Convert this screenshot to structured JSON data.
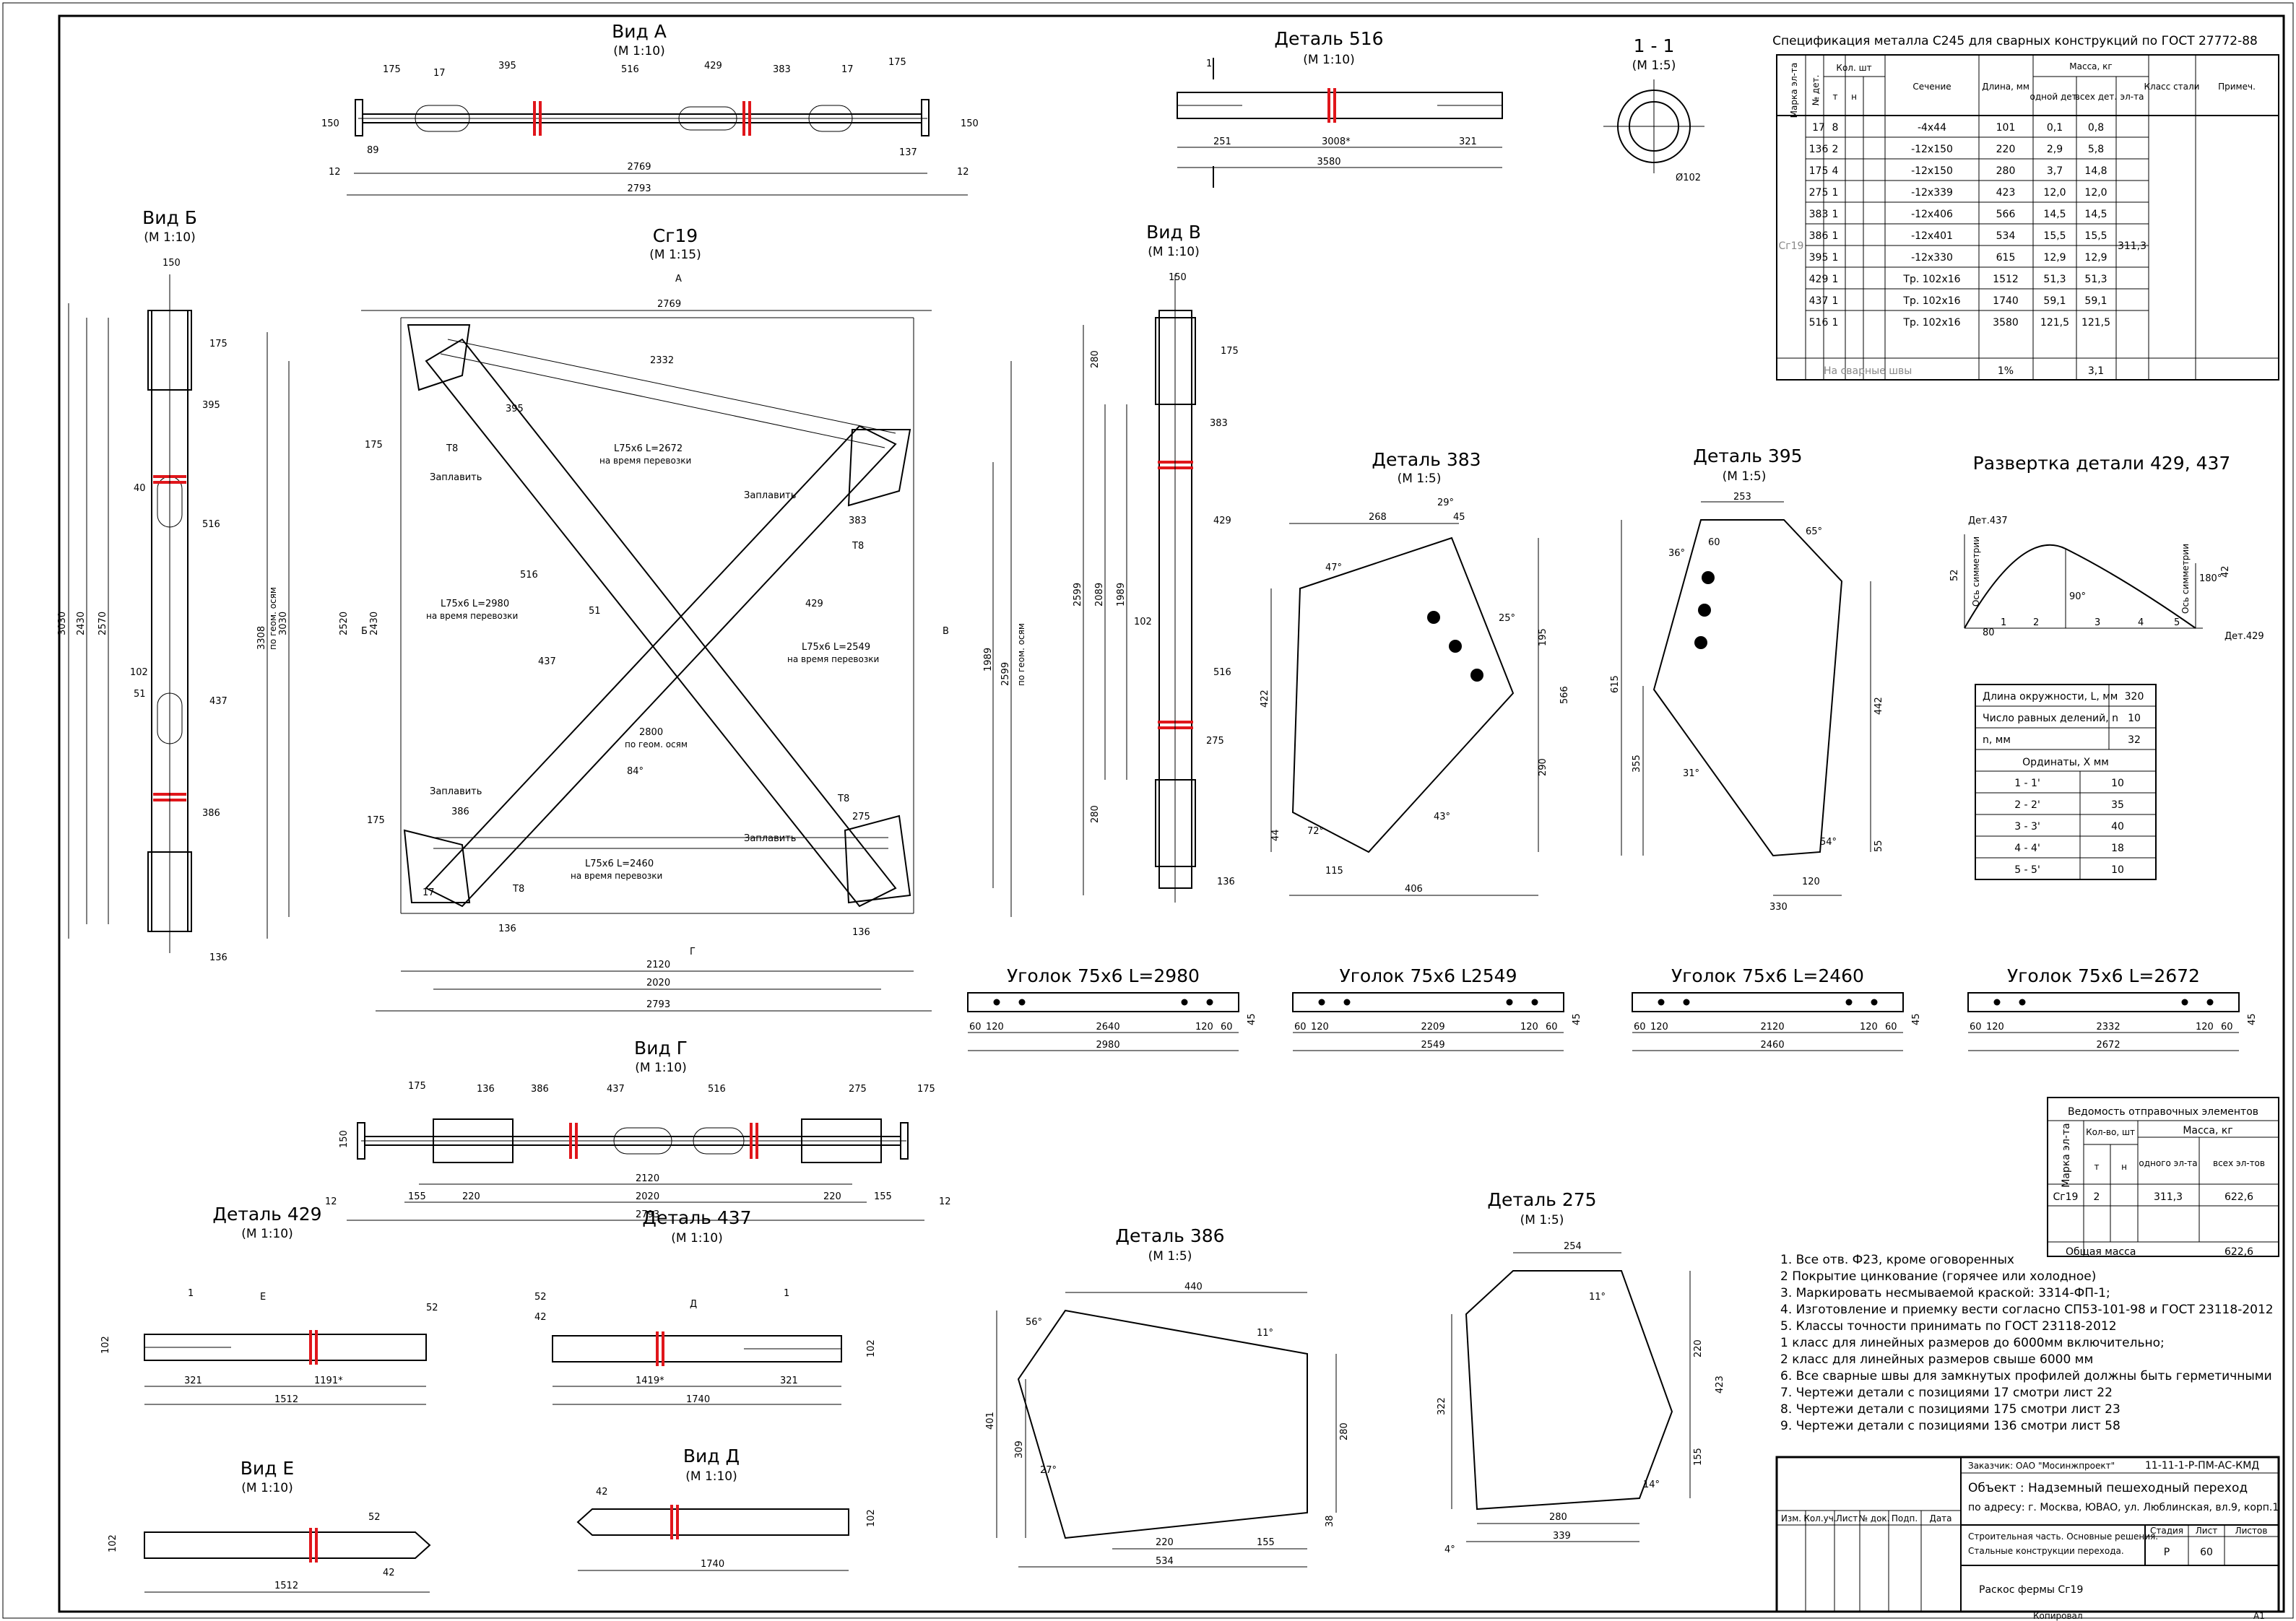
{
  "views": {
    "vid_a": {
      "title": "Вид А",
      "scale": "(М 1:10)"
    },
    "vid_b": {
      "title": "Вид Б",
      "scale": "(М 1:10)"
    },
    "vid_v": {
      "title": "Вид В",
      "scale": "(М 1:10)"
    },
    "vid_g": {
      "title": "Вид Г",
      "scale": "(М 1:10)"
    },
    "vid_e": {
      "title": "Вид Е",
      "scale": "(М 1:10)"
    },
    "vid_d": {
      "title": "Вид Д",
      "scale": "(М 1:10)"
    },
    "cg19": {
      "title": "Сг19",
      "scale": "(М 1:15)"
    },
    "det516": {
      "title": "Деталь 516",
      "scale": "(М 1:10)"
    },
    "sec11": {
      "title": "1 - 1",
      "scale": "(М 1:5)"
    },
    "det383": {
      "title": "Деталь 383",
      "scale": "(М 1:5)"
    },
    "det395": {
      "title": "Деталь 395",
      "scale": "(М 1:5)"
    },
    "razv": {
      "title": "Развертка детали 429, 437"
    },
    "det429": {
      "title": "Деталь 429",
      "scale": "(М 1:10)"
    },
    "det437": {
      "title": "Деталь 437",
      "scale": "(М 1:10)"
    },
    "det386": {
      "title": "Деталь 386",
      "scale": "(М 1:5)"
    },
    "det275": {
      "title": "Деталь 275",
      "scale": "(М 1:5)"
    },
    "ug1": {
      "title": "Уголок 75х6 L=2980",
      "dims": [
        "60",
        "120",
        "2640",
        "120",
        "60",
        "45"
      ],
      "total": "2980"
    },
    "ug2": {
      "title": "Уголок 75х6 L2549",
      "dims": [
        "60",
        "120",
        "2209",
        "120",
        "60",
        "45"
      ],
      "total": "2549"
    },
    "ug3": {
      "title": "Уголок 75х6 L=2460",
      "dims": [
        "60",
        "120",
        "2120",
        "120",
        "60",
        "45"
      ],
      "total": "2460"
    },
    "ug4": {
      "title": "Уголок 75х6 L=2672",
      "dims": [
        "60",
        "120",
        "2332",
        "120",
        "60",
        "45"
      ],
      "total": "2672"
    }
  },
  "dims": {
    "vid_a": {
      "w_2793": "2793",
      "w_2769": "2769",
      "d175a": "175",
      "d175b": "175",
      "d395": "395",
      "d516": "516",
      "d429": "429",
      "d383": "383",
      "d17a": "17",
      "d17b": "17",
      "d150a": "150",
      "d150b": "150",
      "d89": "89",
      "d137": "137",
      "d12a": "12",
      "d12b": "12"
    },
    "vid_b": {
      "d150": "150",
      "d175": "175",
      "d395": "395",
      "d516": "516",
      "d437": "437",
      "d386": "386",
      "d3030": "3030",
      "d2430": "2430",
      "d2570": "2570",
      "d102": "102",
      "d51": "51",
      "d40": "40",
      "d136": "136"
    },
    "cg19": {
      "w2769": "2769",
      "w2332": "2332",
      "w2800": "2800",
      "w2800_note": "по геом. осям",
      "w2120": "2120",
      "w2020": "2020",
      "w2793": "2793",
      "h3308": "3308",
      "h3030": "3030",
      "h2520": "2520",
      "h2430": "2430",
      "h1989": "1989",
      "h2599": "2599",
      "h_note": "по геом. осям",
      "a84": "84°",
      "A": "А",
      "B": "Б",
      "V": "В",
      "G": "Г",
      "L1": "L75х6 L=2672",
      "L1n": "на время перевозки",
      "L2": "L75х6 L=2980",
      "L2n": "на время перевозки",
      "L3": "L75х6 L=2549",
      "L3n": "на время перевозки",
      "L4": "L75х6 L=2460",
      "L4n": "на время перевозки",
      "zapl": "Заплавить",
      "t8": "Т8",
      "p429": "429",
      "p437": "437",
      "p516": "516",
      "p395": "395",
      "p383": "383",
      "p386": "386",
      "p275": "275",
      "p175": "175",
      "p136": "136",
      "p17": "17",
      "p51": "51"
    },
    "vid_v": {
      "d150": "150",
      "d175": "175",
      "d383": "383",
      "d429": "429",
      "d516": "516",
      "d275": "275",
      "d2599": "2599",
      "d2089": "2089",
      "d1989": "1989",
      "d102": "102",
      "d136": "136",
      "d280a": "280",
      "d280b": "280"
    },
    "det516": {
      "a251": "251",
      "a3008": "3008*",
      "a321": "321",
      "a3580": "3580",
      "s1": "1"
    },
    "sec11": {
      "d102": "Ø102"
    },
    "det383": {
      "d268": "268",
      "d45": "45",
      "d29": "29°",
      "d47": "47°",
      "d422": "422",
      "d195": "195",
      "d290": "290",
      "d566": "566",
      "d115": "115",
      "d406": "406",
      "d44": "44",
      "d72": "72°",
      "d43": "43°",
      "d25": "25°"
    },
    "det395": {
      "d253": "253",
      "d65": "65°",
      "d615": "615",
      "d355": "355",
      "d442": "442",
      "d55": "55",
      "d330": "330",
      "d120": "120",
      "d31": "31°",
      "d36": "36°",
      "d54": "54°",
      "d60": "60"
    },
    "razv": {
      "det437": "Дет.437",
      "det429": "Дет.429",
      "axis": "Ось симметрии",
      "d80": "80",
      "d90": "90°",
      "d180": "180°",
      "d52": "52",
      "d42": "42",
      "p1": "1",
      "p2": "2",
      "p3": "3",
      "p4": "4",
      "p5": "5"
    },
    "vid_g": {
      "d175a": "175",
      "d136": "136",
      "d386": "386",
      "d437": "437",
      "d516": "516",
      "d275": "275",
      "d175b": "175",
      "d2120": "2120",
      "d2020": "2020",
      "d2793": "2793",
      "d155a": "155",
      "d220a": "220",
      "d220b": "220",
      "d155b": "155",
      "d12a": "12",
      "d12b": "12",
      "d150": "150"
    },
    "det429": {
      "d321": "321",
      "d1191": "1191*",
      "d1512": "1512",
      "d52": "52",
      "d102": "102",
      "s1": "1",
      "e": "Е"
    },
    "det437": {
      "d1419": "1419*",
      "d321": "321",
      "d1740": "1740",
      "d52": "52",
      "d42": "42",
      "d102": "102",
      "s1": "1",
      "d": "Д"
    },
    "vid_e": {
      "d52": "52",
      "d42": "42",
      "d1512": "1512",
      "d102": "102"
    },
    "vid_d": {
      "d42": "42",
      "d102": "102",
      "d1740": "1740"
    },
    "det386": {
      "d440": "440",
      "d56": "56°",
      "d11": "11°",
      "d401": "401",
      "d309": "309",
      "d280": "280",
      "d27": "27°",
      "d220": "220",
      "d155": "155",
      "d534": "534",
      "d38": "38"
    },
    "det275": {
      "d254": "254",
      "d11": "11°",
      "d322": "322",
      "d220": "220",
      "d423": "423",
      "d155": "155",
      "d280": "280",
      "d339": "339",
      "d4": "4°",
      "d14": "14°"
    }
  },
  "spec": {
    "title": "Спецификация металла С245 для сварных конструкций по ГОСТ 27772-88",
    "headers": {
      "marka": "Марка эл-та",
      "nom": "№ дет.",
      "kol": "Кол. шт",
      "t": "т",
      "n": "н",
      "sech": "Сечение",
      "dlina": "Длина, мм",
      "massa": "Масса, кг",
      "odnoi": "одной дет.",
      "vseh": "всех дет.",
      "elta": "эл-та",
      "klass": "Класс стали",
      "prim": "Примеч."
    },
    "mark": "Сг19",
    "el_mass": "311,3",
    "rows": [
      {
        "n": "17",
        "k": "8",
        "s": "-4х44",
        "l": "101",
        "m1": "0,1",
        "m2": "0,8"
      },
      {
        "n": "136",
        "k": "2",
        "s": "-12х150",
        "l": "220",
        "m1": "2,9",
        "m2": "5,8"
      },
      {
        "n": "175",
        "k": "4",
        "s": "-12х150",
        "l": "280",
        "m1": "3,7",
        "m2": "14,8"
      },
      {
        "n": "275",
        "k": "1",
        "s": "-12х339",
        "l": "423",
        "m1": "12,0",
        "m2": "12,0"
      },
      {
        "n": "383",
        "k": "1",
        "s": "-12х406",
        "l": "566",
        "m1": "14,5",
        "m2": "14,5"
      },
      {
        "n": "386",
        "k": "1",
        "s": "-12х401",
        "l": "534",
        "m1": "15,5",
        "m2": "15,5"
      },
      {
        "n": "395",
        "k": "1",
        "s": "-12х330",
        "l": "615",
        "m1": "12,9",
        "m2": "12,9"
      },
      {
        "n": "429",
        "k": "1",
        "s": "Тр. 102х16",
        "l": "1512",
        "m1": "51,3",
        "m2": "51,3"
      },
      {
        "n": "437",
        "k": "1",
        "s": "Тр. 102х16",
        "l": "1740",
        "m1": "59,1",
        "m2": "59,1"
      },
      {
        "n": "516",
        "k": "1",
        "s": "Тр. 102х16",
        "l": "3580",
        "m1": "121,5",
        "m2": "121,5"
      }
    ],
    "weld_label": "На сварные швы",
    "weld_pct": "1%",
    "weld_mass": "3,1"
  },
  "circle_table": {
    "rows": [
      {
        "k": "Длина окружности, L, мм",
        "v": "320"
      },
      {
        "k": "Число равных делений, n",
        "v": "10"
      },
      {
        "k": "n, мм",
        "v": "32"
      }
    ],
    "ord_title": "Ординаты, X мм",
    "ords": [
      {
        "k": "1 - 1'",
        "v": "10"
      },
      {
        "k": "2 - 2'",
        "v": "35"
      },
      {
        "k": "3 - 3'",
        "v": "40"
      },
      {
        "k": "4 - 4'",
        "v": "18"
      },
      {
        "k": "5 - 5'",
        "v": "10"
      }
    ]
  },
  "vedom": {
    "title": "Ведомость отправочных элементов",
    "h_marka": "Марка эл-та",
    "h_kol": "Кол-во, шт",
    "h_t": "т",
    "h_n": "н",
    "h_massa": "Масса, кг",
    "h_odn": "одного эл-та",
    "h_vseh": "всех эл-тов",
    "row": {
      "m": "Сг19",
      "k": "2",
      "o": "311,3",
      "v": "622,6"
    },
    "total_label": "Общая масса",
    "total": "622,6"
  },
  "notes": [
    "1. Все отв. Ф23, кроме оговоренных",
    "2 Покрытие цинкование (горячее или холодное)",
    "3. Маркировать несмываемой краской: 3314-ФП-1;",
    "4. Изготовление и приемку вести согласно СП53-101-98 и ГОСТ 23118-2012",
    "5. Классы точности принимать по ГОСТ 23118-2012",
    "   1 класс для линейных размеров до 6000мм включительно;",
    "   2 класс для линейных размеров свыше 6000 мм",
    "6. Все сварные швы для замкнутых профилей должны быть герметичными",
    "7. Чертежи детали с позициями 17 смотри лист 22",
    "8. Чертежи детали с позициями 175 смотри лист 23",
    "9. Чертежи детали с позициями 136 смотри лист 58"
  ],
  "stamp": {
    "customer": "Заказчик: ОАО \"Мосинжпроект\"",
    "code": "11-11-1-Р-ПМ-АС-КМД",
    "object": "Объект : Надземный пешеходный переход",
    "address": "по адресу: г. Москва, ЮВАО, ул. Люблинская, вл.9, корп.1",
    "cols": [
      "Изм.",
      "Кол.уч.",
      "Лист",
      "№ док.",
      "Подп.",
      "Дата"
    ],
    "part1": "Строительная часть. Основные решения.",
    "part2": "Стальные конструкции перехода.",
    "stage_h": "Стадия",
    "sheet_h": "Лист",
    "sheets_h": "Листов",
    "stage": "Р",
    "sheet": "60",
    "drawing": "Раскос фермы Сг19",
    "copied": "Копировал",
    "format": "А1"
  }
}
